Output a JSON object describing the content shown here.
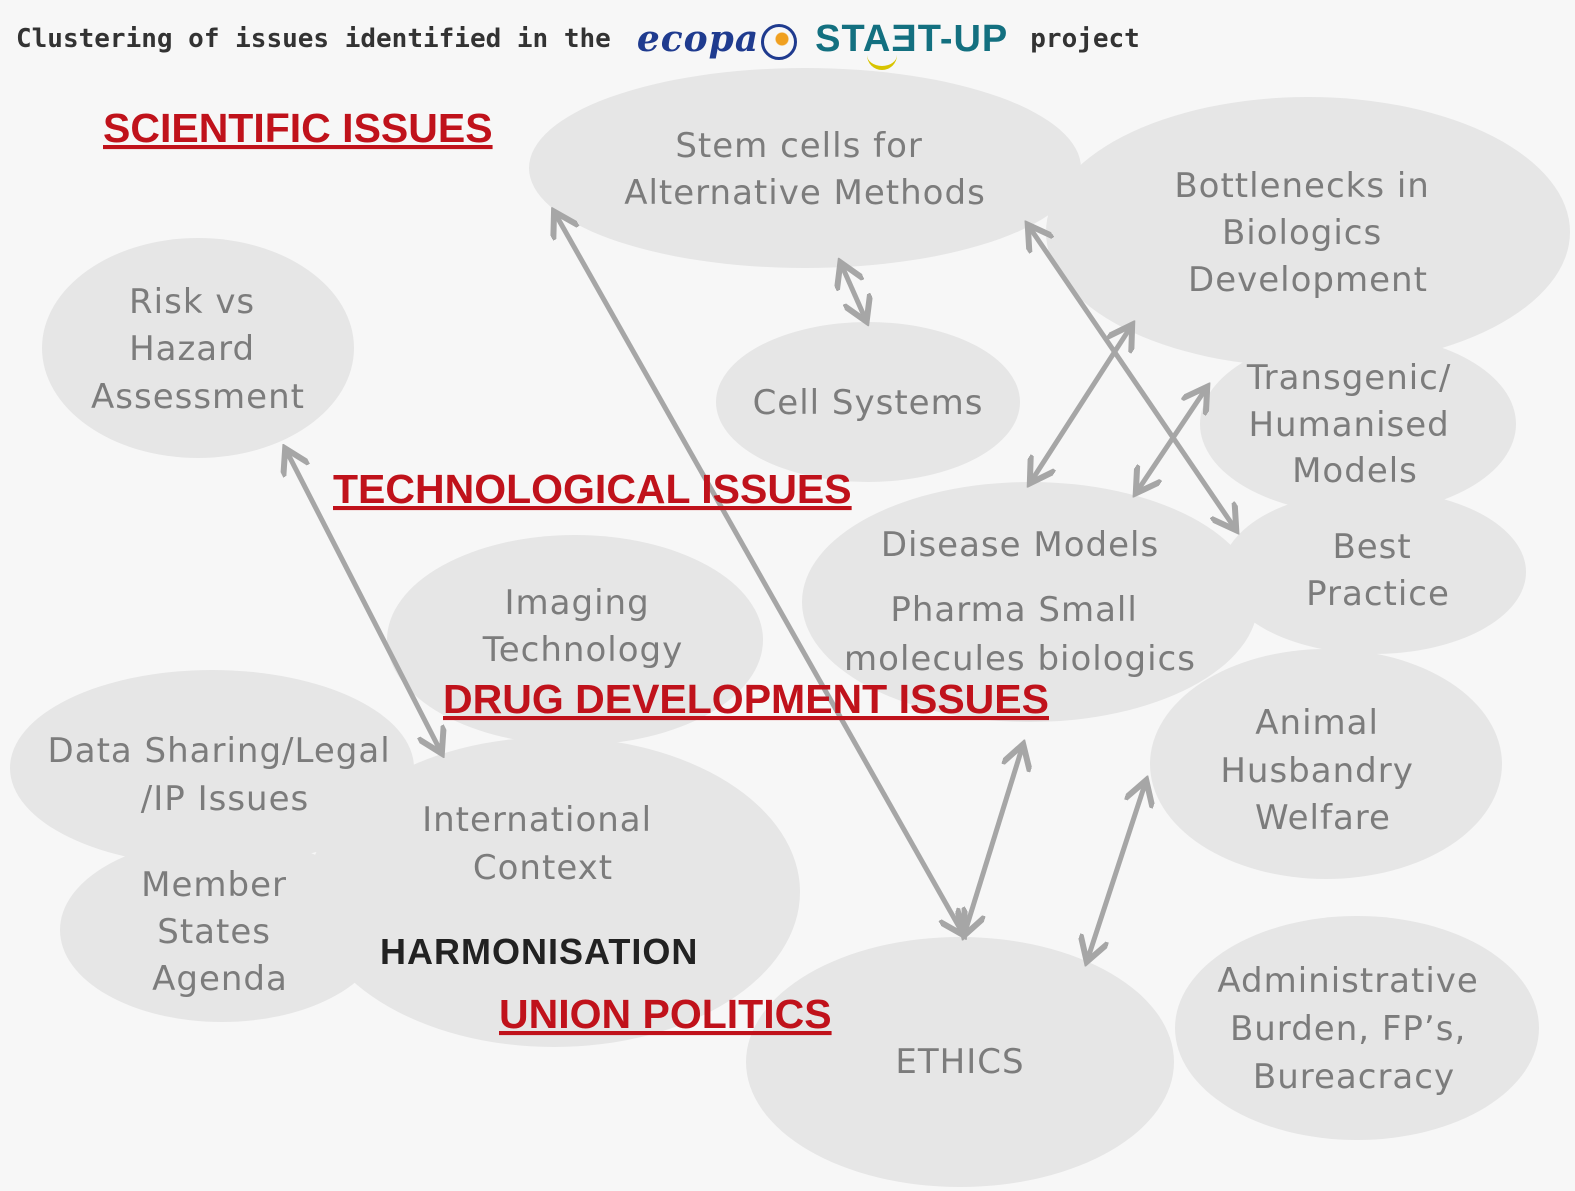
{
  "header": {
    "prefix": "Clustering of issues identified in the",
    "logo_ecopa": "ecopa",
    "logo_startup": "STAƎT-UP",
    "suffix": "project"
  },
  "headings": {
    "scientific": "SCIENTIFIC ISSUES",
    "technological": "TECHNOLOGICAL ISSUES",
    "drug_development": "DRUG DEVELOPMENT ISSUES",
    "harmonisation": "HARMONISATION",
    "union_politics": "UNION POLITICS"
  },
  "nodes": {
    "stem_cells": [
      "Stem cells for",
      "Alternative Methods"
    ],
    "bottlenecks": [
      "Bottlenecks in",
      "Biologics",
      "Development"
    ],
    "risk": [
      "Risk vs",
      "Hazard",
      "Assessment"
    ],
    "cell_systems": [
      "Cell Systems"
    ],
    "transgenic": [
      "Transgenic/",
      "Humanised",
      "Models"
    ],
    "disease": [
      "Disease Models"
    ],
    "pharma": [
      "Pharma Small",
      "molecules biologics"
    ],
    "best_practice": [
      "Best",
      "Practice"
    ],
    "imaging": [
      "Imaging",
      "Technology"
    ],
    "data_sharing": [
      "Data Sharing/Legal",
      "/IP Issues"
    ],
    "international": [
      "International",
      "Context"
    ],
    "member_states": [
      "Member",
      "States",
      "Agenda"
    ],
    "animal": [
      "Animal",
      "Husbandry",
      "Welfare"
    ],
    "ethics": [
      "ETHICS"
    ],
    "admin": [
      "Administrative",
      "Burden, FP’s,",
      "Bureacracy"
    ]
  },
  "colors": {
    "heading": "#c0121b",
    "bubble": "#e6e6e6",
    "node_text": "#7c7c7c",
    "arrow": "#a6a6a6",
    "background": "#f7f7f7"
  }
}
